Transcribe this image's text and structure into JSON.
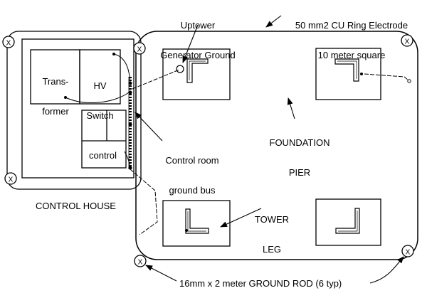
{
  "labels": {
    "uptower_line1": "Uptower",
    "uptower_line2": "Generator Ground",
    "ring_line1": "50 mm2 CU Ring Electrode",
    "ring_line2": "10 meter square",
    "transformer_line1": "Trans-",
    "transformer_line2": "former",
    "hv_line1": "HV",
    "hv_line2": "Switch",
    "control": "control",
    "bus_line1": "Control room",
    "bus_line2": "ground bus",
    "pier_line1": "FOUNDATION",
    "pier_line2": "PIER",
    "tower_line1": "TOWER",
    "tower_line2": "LEG",
    "control_house": "CONTROL HOUSE",
    "ground_rod": "16mm x 2 meter GROUND ROD (6 typ)"
  },
  "rod_symbol": "X"
}
